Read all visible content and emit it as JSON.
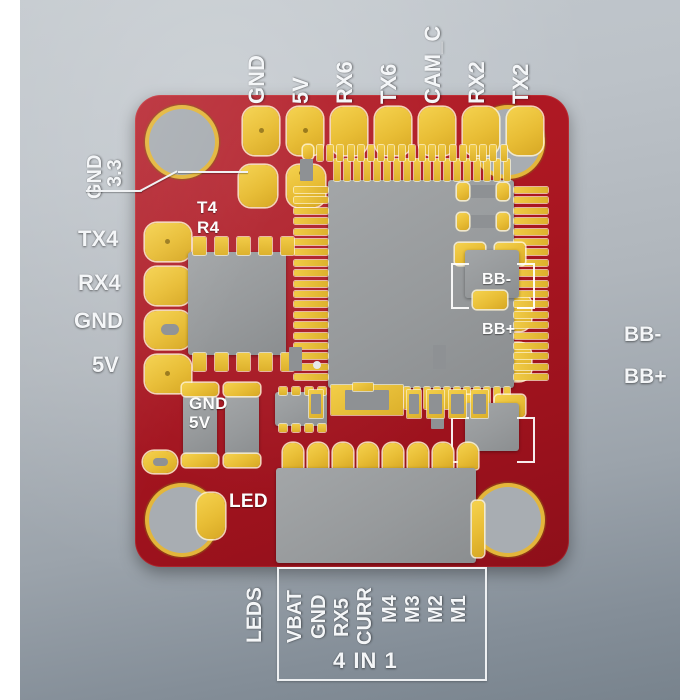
{
  "board": {
    "name": "flight-controller-pcb",
    "solder_mask_color": "#a8151f",
    "pad_color": "#e8bd35",
    "chip_color": "#989b9d",
    "silkscreen_color": "#ffffff"
  },
  "backdrop": {
    "color_top": "#c2c8cd",
    "color_bottom": "#78838d"
  },
  "top_header": {
    "label": "top-uart-header",
    "pins": [
      "GND",
      "5V",
      "RX6",
      "TX6",
      "CAM_C",
      "RX2",
      "TX2"
    ]
  },
  "top_left_callout": {
    "labels": [
      "3.3",
      "GND"
    ]
  },
  "left_header": {
    "label": "left-uart4-header",
    "pins": [
      "TX4",
      "RX4",
      "GND",
      "5V"
    ]
  },
  "silk_left_top": {
    "line1": "T4",
    "line2": "R4"
  },
  "silk_left_bottom": {
    "line1": "GND",
    "line2": "5V"
  },
  "right_header": {
    "label": "buzzer-header",
    "pins": [
      "BB-",
      "BB+"
    ],
    "silk_pins": [
      "BB-",
      "BB+"
    ]
  },
  "led_pad": {
    "label": "LED"
  },
  "bottom": {
    "leds_label": "LEDS",
    "esc_pins": [
      "VBAT",
      "GND",
      "RX5",
      "CURR",
      "M4",
      "M3",
      "M2",
      "M1"
    ],
    "box_caption": "4 IN 1"
  }
}
